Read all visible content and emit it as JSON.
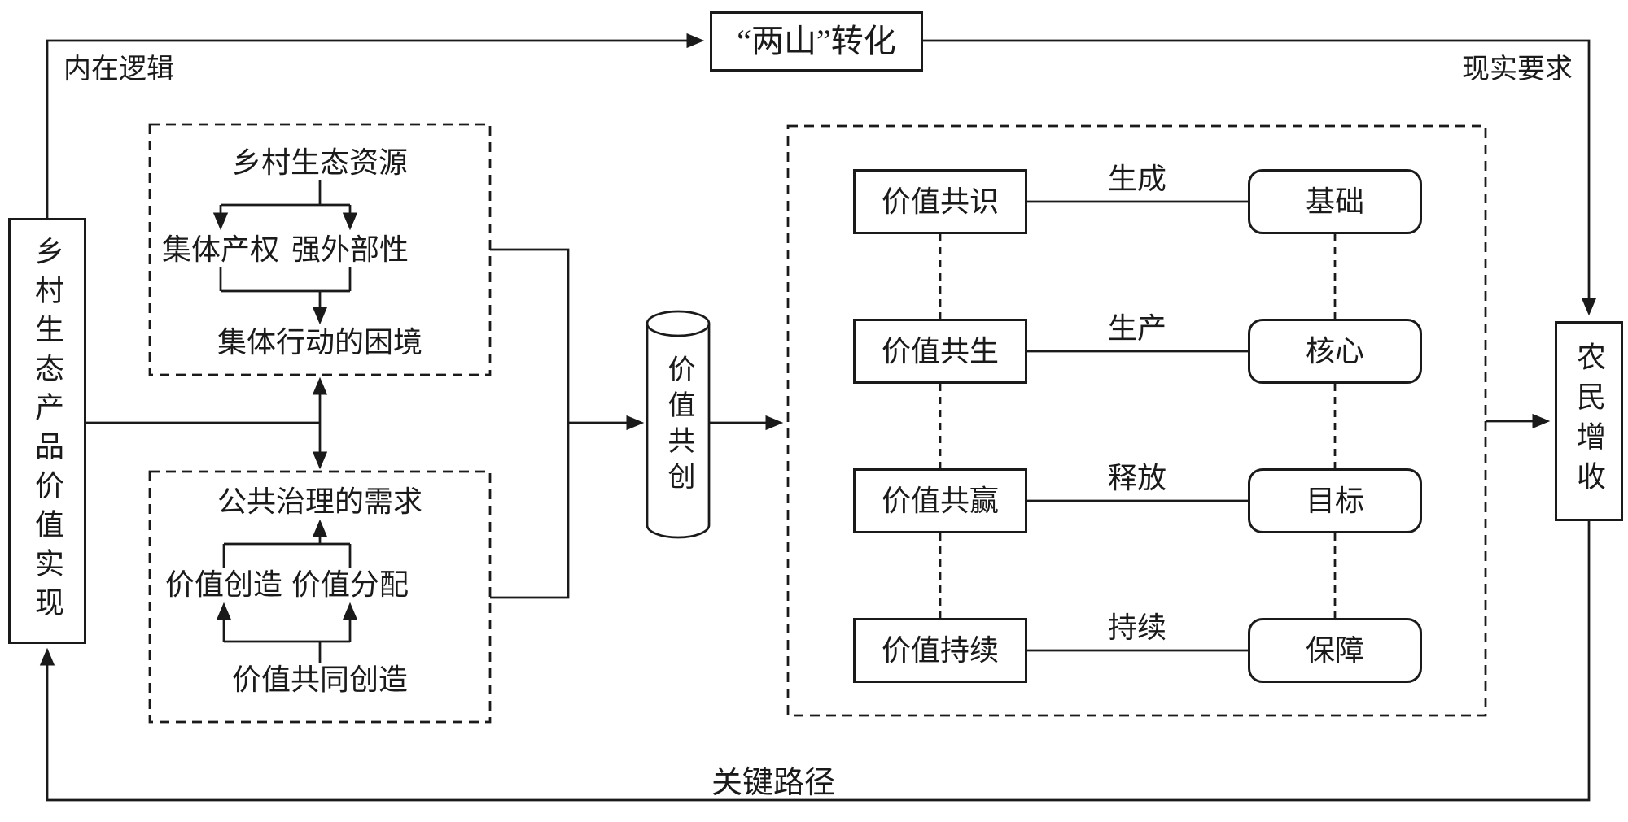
{
  "colors": {
    "ink": "#1a1a1a",
    "paper": "#ffffff"
  },
  "top_box": "“两山”转化",
  "corners": {
    "inner_logic": "内在逻辑",
    "reality_requirement": "现实要求",
    "key_path": "关键路径"
  },
  "left_box": "乡村生态产品价值实现",
  "right_box": "农民增收",
  "cylinder": "价值共创",
  "upper_group": {
    "top": "乡村生态资源",
    "left": "集体产权",
    "right": "强外部性",
    "bottom": "集体行动的困境"
  },
  "lower_group": {
    "top": "公共治理的需求",
    "left": "价值创造",
    "right": "价值分配",
    "bottom": "价值共同创造"
  },
  "matrix": {
    "rows": [
      {
        "source": "价值共识",
        "relation": "生成",
        "target": "基础"
      },
      {
        "source": "价值共生",
        "relation": "生产",
        "target": "核心"
      },
      {
        "source": "价值共赢",
        "relation": "释放",
        "target": "目标"
      },
      {
        "source": "价值持续",
        "relation": "持续",
        "target": "保障"
      }
    ]
  }
}
